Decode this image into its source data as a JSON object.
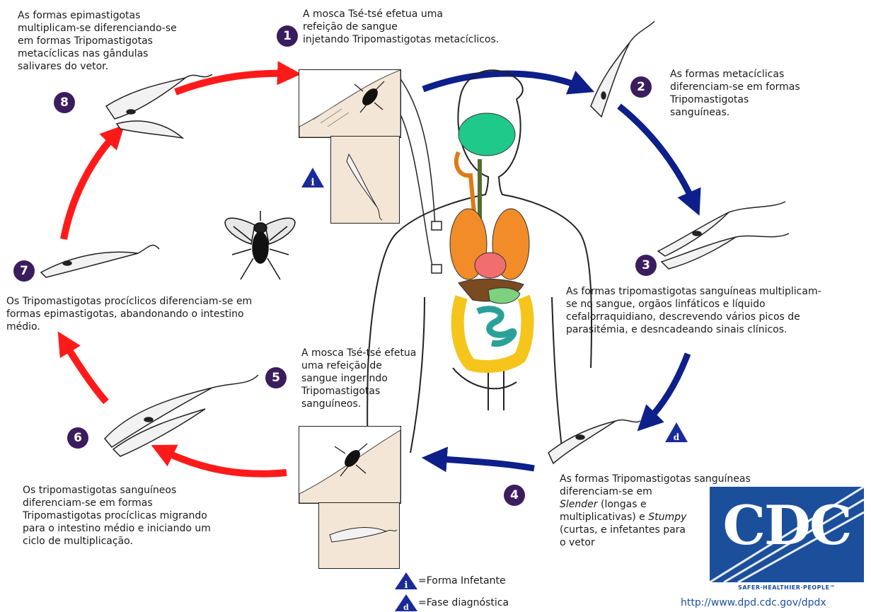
{
  "steps": [
    {
      "number": "1",
      "text": "A mosca Tsé-tsé efetua uma\nrefeição de sangue\ninjetando Tripomastigotas metacíclicos."
    },
    {
      "number": "2",
      "text": "As formas metacíclicas\ndiferenciam-se em formas\nTripomastigotas\nsanguíneas."
    },
    {
      "number": "3",
      "text": "As formas tripomastigotas sanguíneas multiplicam-\nse no sangue, orgãos linfáticos e líquido\n     cefalorraquidiano, descrevendo vários picos de\n     parasitémia, e desncadeando sinais clínicos."
    },
    {
      "number": "4",
      "text_pre": "As formas Tripomastigotas sanguíneas\ndiferenciam-se em\n",
      "slender": "Slender",
      "text_mid": " (longas e\nmultiplicativas) e ",
      "stumpy": "Stumpy",
      "text_post": "\n(curtas, e infetantes para\no vetor"
    },
    {
      "number": "5",
      "text": "A mosca Tsé-tsé efetua\numa refeição de\nsangue ingerindo\nTripomastigotas\nsanguíneos."
    },
    {
      "number": "6",
      "text": "Os tripomastigotas sanguíneos\ndiferenciam-se em formas\nTripomastigotas procíclicas migrando\npara o intestino médio e iniciando um\nciclo de multiplicação."
    },
    {
      "number": "7",
      "text": "Os Tripomastigotas procíclicos diferenciam-se em\nformas epimastigotas, abandonando o intestino\nmédio."
    },
    {
      "number": "8",
      "text": "As formas epimastigotas\nmultiplicam-se  diferenciando-se\nem formas Tripomastigotas\nmetacíclicas nas gândulas\nsalivares do vetor."
    }
  ],
  "legend": {
    "infective_symbol": "i",
    "infective_label": "=Forma Infetante",
    "diagnostic_symbol": "d",
    "diagnostic_label": "=Fase diagnóstica"
  },
  "logo": {
    "letters": "CDC",
    "tagline": "SAFER·HEALTHIER·PEOPLE™",
    "url": "http://www.dpd.cdc.gov/dpdx"
  },
  "colors": {
    "human_phase_arrow": "#0d1f8a",
    "vector_phase_arrow": "#ff1a1a",
    "step_badge": "#3b1d5e",
    "cdc_blue": "#1b4f9c"
  },
  "icons": [
    "fly-icon",
    "trypanosome-icon",
    "human-body-icon",
    "cdc-logo"
  ]
}
